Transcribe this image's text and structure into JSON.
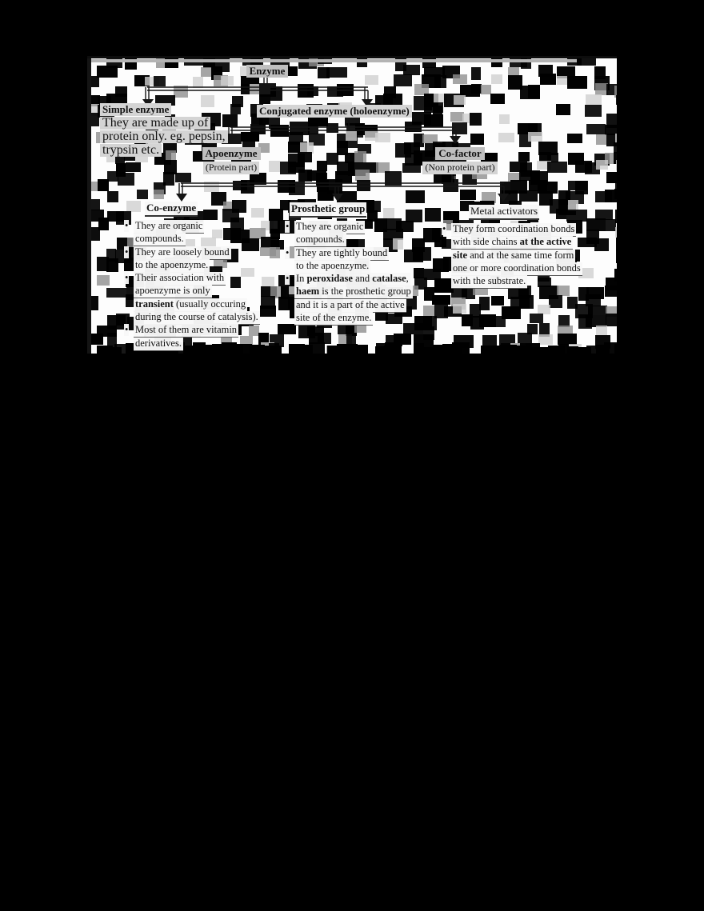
{
  "colors": {
    "page_background": "#000000",
    "panel_background": "#fdfdfd",
    "text": "#111111",
    "connector": "#151515",
    "highlight_gray": "#bfbfbf"
  },
  "diagram": {
    "root_label": "Enzyme",
    "simple_enzyme": {
      "title": "Simple enzyme",
      "lines": [
        "They are made up of",
        "protein only. eg. pepsin,",
        "trypsin etc."
      ]
    },
    "conjugated_enzyme": {
      "title": "Conjugated enzyme (holoenzyme)"
    },
    "apoenzyme": {
      "title": "Apoenzyme",
      "subtitle": "(Protein part)"
    },
    "cofactor": {
      "title": "Co-factor",
      "subtitle": "(Non protein part)"
    },
    "branches": [
      {
        "title": "Co-enzyme",
        "title_bold": true,
        "bullets": [
          {
            "lines": [
              [
                {
                  "t": "They are organic"
                }
              ],
              [
                {
                  "t": "compounds."
                }
              ]
            ]
          },
          {
            "lines": [
              [
                {
                  "t": "They are loosely bound"
                }
              ],
              [
                {
                  "t": "to the apoenzyme."
                }
              ]
            ]
          },
          {
            "lines": [
              [
                {
                  "t": "Their association with"
                }
              ],
              [
                {
                  "t": "apoenzyme is only"
                }
              ],
              [
                {
                  "t": "transient",
                  "b": true
                },
                {
                  "t": " (usually occuring"
                }
              ],
              [
                {
                  "t": "during the course of catalysis)."
                }
              ]
            ]
          },
          {
            "lines": [
              [
                {
                  "t": "Most of them are vitamin"
                }
              ],
              [
                {
                  "t": "derivatives."
                }
              ]
            ]
          }
        ]
      },
      {
        "title": "Prosthetic group",
        "title_bold": true,
        "bullets": [
          {
            "lines": [
              [
                {
                  "t": "They are organic"
                }
              ],
              [
                {
                  "t": "compounds."
                }
              ]
            ]
          },
          {
            "lines": [
              [
                {
                  "t": "They are tightly bound"
                }
              ],
              [
                {
                  "t": "to the apoenzyme."
                }
              ]
            ]
          },
          {
            "lines": [
              [
                {
                  "t": "In "
                },
                {
                  "t": "peroxidase",
                  "b": true
                },
                {
                  "t": " and "
                },
                {
                  "t": "catalase",
                  "b": true
                },
                {
                  "t": ","
                }
              ],
              [
                {
                  "t": "haem",
                  "b": true
                },
                {
                  "t": " is the prosthetic group"
                }
              ],
              [
                {
                  "t": "and it is a part of the active"
                }
              ],
              [
                {
                  "t": "site of the enzyme."
                }
              ]
            ]
          }
        ]
      },
      {
        "title": "Metal activators",
        "title_bold": false,
        "bullets": [
          {
            "lines": [
              [
                {
                  "t": "They form coordination bonds"
                }
              ],
              [
                {
                  "t": "with side chains "
                },
                {
                  "t": "at the active",
                  "b": true
                }
              ],
              [
                {
                  "t": "site",
                  "b": true
                },
                {
                  "t": " and at the same time form"
                }
              ],
              [
                {
                  "t": "one or more coordination bonds"
                }
              ],
              [
                {
                  "t": "with the substrate."
                }
              ]
            ]
          }
        ]
      }
    ]
  }
}
